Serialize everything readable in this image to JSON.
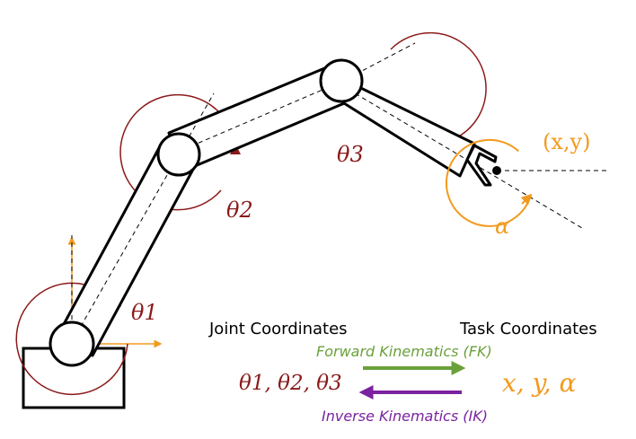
{
  "colors": {
    "arm": "#000000",
    "joint_angle": "#8b1a1a",
    "task": "#f29a1e",
    "fk": "#6aa03a",
    "ik": "#7a22a0"
  },
  "labels": {
    "theta1": "θ1",
    "theta2": "θ2",
    "theta3": "θ3",
    "alpha": "α",
    "end_effector_pos": "(x,y)",
    "joint_coords_title": "Joint Coordinates",
    "task_coords_title": "Task Coordinates",
    "joint_vars": "θ1, θ2, θ3",
    "task_vars": "x, y, α",
    "forward_kinematics": "Forward Kinematics (FK)",
    "inverse_kinematics": "Inverse Kinematics (IK)"
  }
}
